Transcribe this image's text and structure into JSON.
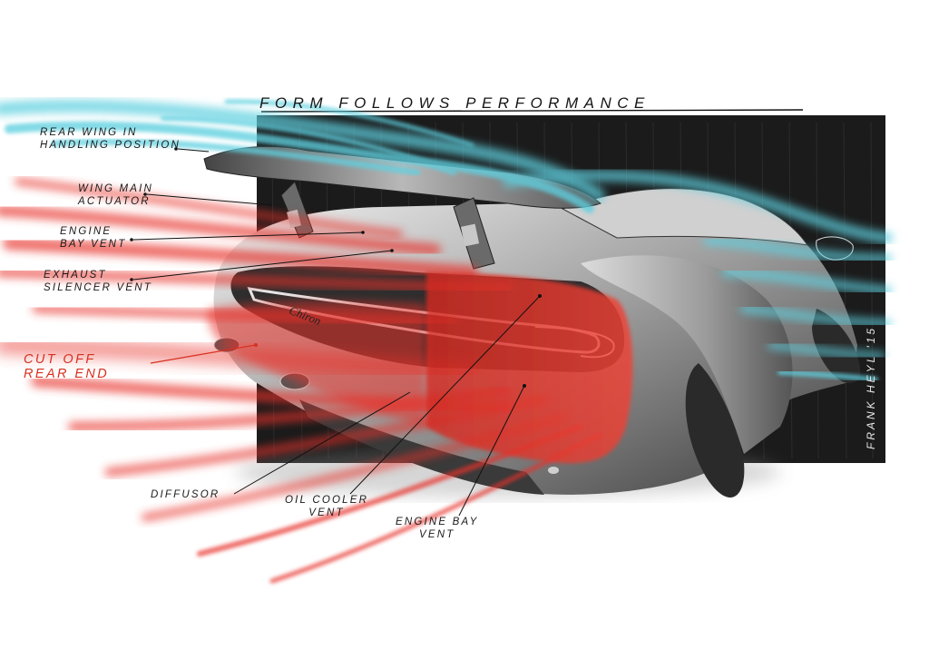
{
  "title": "FORM FOLLOWS PERFORMANCE",
  "signature": "FRANK HEYL '15",
  "badge": "Chiron",
  "colors": {
    "cool_airflow": "#5fd0e0",
    "hot_airflow": "#e8322a",
    "panel": "#1b1b1b",
    "red_label": "#d8301f",
    "ink": "#1a1a1a"
  },
  "labels": [
    {
      "id": "rear-wing-label",
      "lines": [
        "REAR WING IN",
        "HANDLING POSITION"
      ]
    },
    {
      "id": "wing-actuator-label",
      "lines": [
        "WING MAIN",
        "ACTUATOR"
      ]
    },
    {
      "id": "engine-bay-vent-label",
      "lines": [
        "ENGINE",
        "BAY VENT"
      ]
    },
    {
      "id": "exhaust-silencer-label",
      "lines": [
        "EXHAUST",
        "SILENCER VENT"
      ]
    },
    {
      "id": "cut-off-rear-end-label",
      "lines": [
        "CUT OFF",
        "REAR END"
      ]
    },
    {
      "id": "diffusor-label",
      "lines": [
        "DIFFUSOR"
      ]
    },
    {
      "id": "oil-cooler-vent-label",
      "lines": [
        "OIL COOLER",
        "VENT"
      ]
    },
    {
      "id": "engine-bay-vent-lower-label",
      "lines": [
        "ENGINE BAY",
        "VENT"
      ]
    }
  ]
}
